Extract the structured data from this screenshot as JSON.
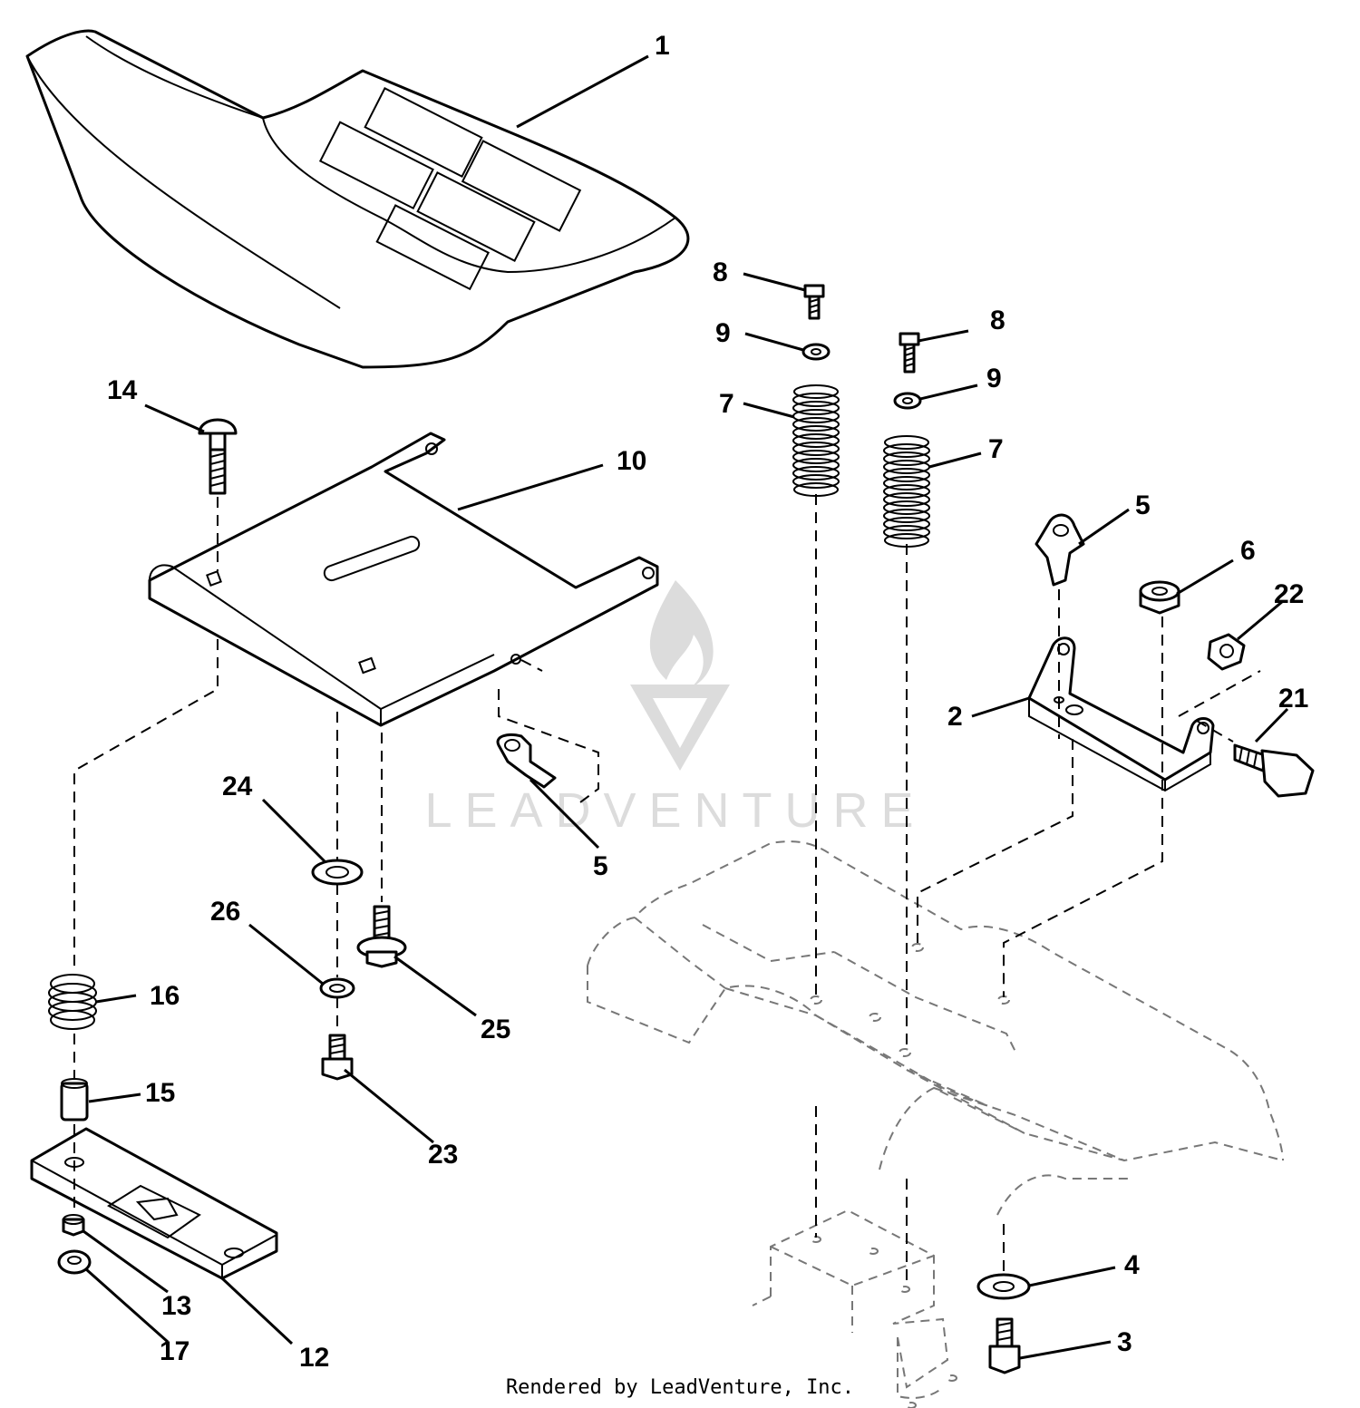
{
  "callouts": {
    "c1": "1",
    "c2": "2",
    "c3": "3",
    "c4": "4",
    "c5a": "5",
    "c5b": "5",
    "c6": "6",
    "c7a": "7",
    "c7b": "7",
    "c8a": "8",
    "c8b": "8",
    "c9a": "9",
    "c9b": "9",
    "c10": "10",
    "c12": "12",
    "c13": "13",
    "c14": "14",
    "c15": "15",
    "c16": "16",
    "c17": "17",
    "c21": "21",
    "c22": "22",
    "c23": "23",
    "c24": "24",
    "c25": "25",
    "c26": "26"
  },
  "watermark": {
    "text": "LEADVENTURE"
  },
  "footer": {
    "text": "Rendered by LeadVenture, Inc."
  }
}
